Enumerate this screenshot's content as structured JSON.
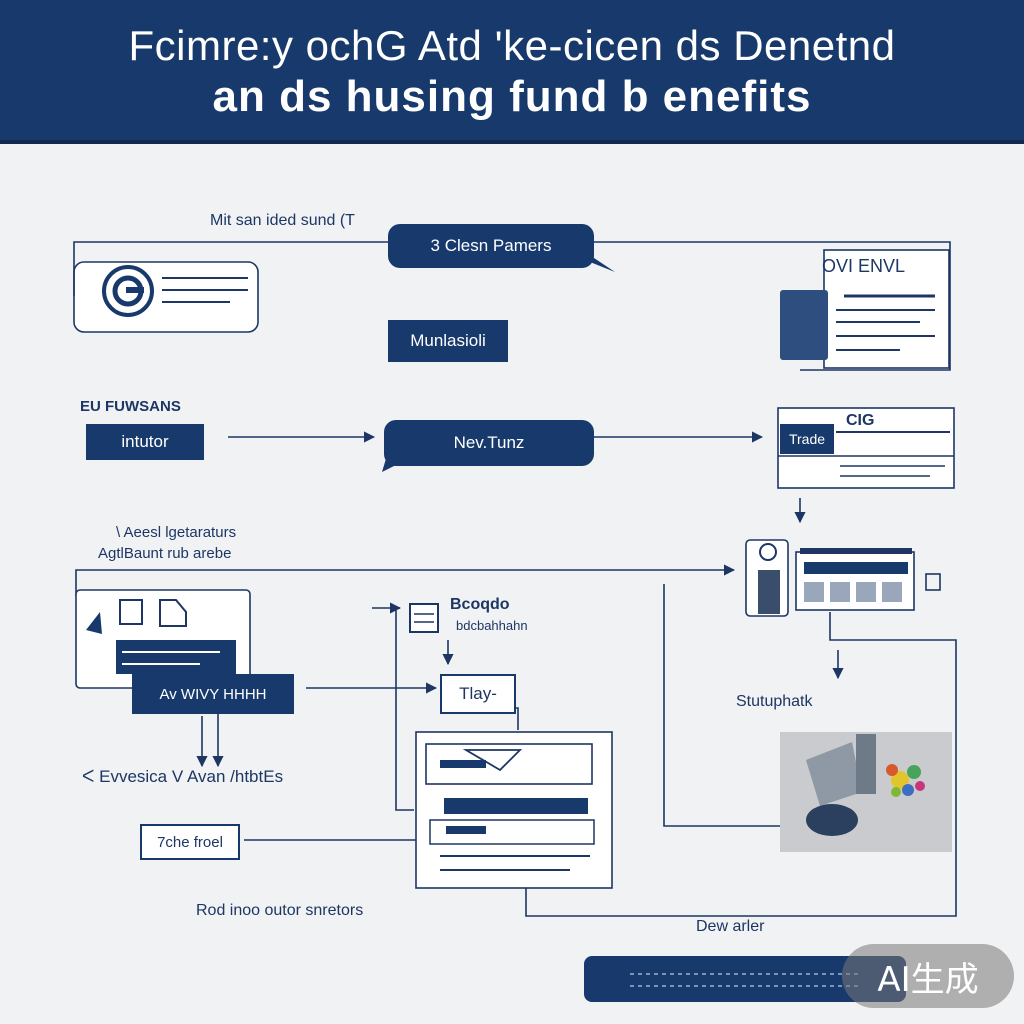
{
  "header": {
    "title_line_1": "Fcimre:y ochG Atd 'ke-cicen ds Denetnd",
    "title_line_2": "an ds husing fund b enefits"
  },
  "labels": {
    "top_note": "Mit san ided sund (T",
    "section_left": "EU FUWSANS",
    "mid_note_1": "\\ Aeesl lgetaraturs",
    "mid_note_2": "AgtlBaunt rub arebe",
    "bubble_label": "Bcoqdo",
    "bubble_sub": "bdcbahhahn",
    "evaluation": "ᐸ Evvesica V Avan /htbtEs",
    "bottom_note": "Rod inoo outor snretors",
    "right_caption": "Stutuphatk",
    "bottom_right": "Dew arler",
    "card_top": "OVI ENVL",
    "card_mid": "CIG"
  },
  "boxes": {
    "clean_payments": "3 Clesn Pamers",
    "munlasioli": "Munlasioli",
    "intutor": "intutor",
    "new_tunz": "Nev.Tunz",
    "aw_box": "Av WIVY HHHH",
    "tlay": "Tlay-",
    "seven_che": "7che froel",
    "trade": "Trade"
  },
  "colors": {
    "navy": "#17396b",
    "navy_dark": "#10294f",
    "background": "#f1f2f4",
    "line": "#1d3664"
  },
  "icons": {
    "google": "google-g-icon",
    "card": "id-card-icon",
    "lock": "lock-icon",
    "receipt": "receipt-icon",
    "chip": "chip-icon",
    "arrow": "arrow-icon"
  },
  "watermark": "AI生成"
}
